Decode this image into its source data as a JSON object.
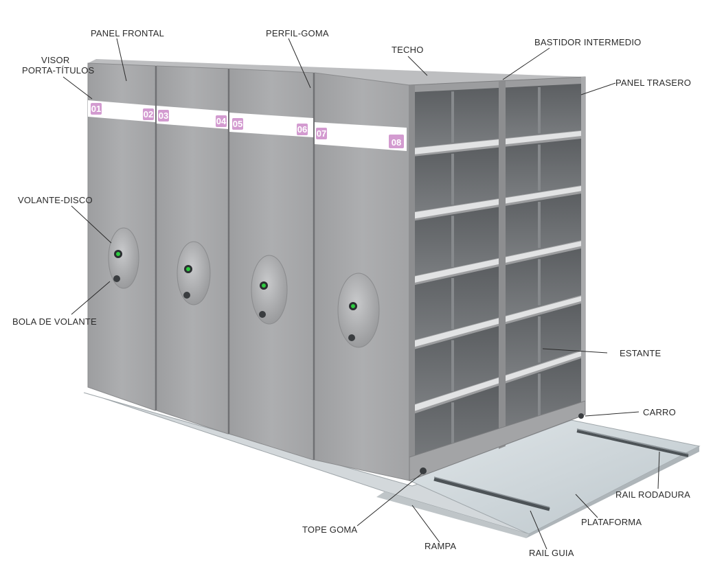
{
  "labels": {
    "panel_frontal": "PANEL FRONTAL",
    "perfil_goma": "PERFIL-GOMA",
    "techo": "TECHO",
    "bastidor_intermedio": "BASTIDOR INTERMEDIO",
    "panel_trasero": "PANEL TRASERO",
    "visor_line1": "VISOR",
    "visor_line2": "PORTA-TÍTULOS",
    "volante_disco": "VOLANTE-DISCO",
    "bola_de_volante": "BOLA DE VOLANTE",
    "estante": "ESTANTE",
    "carro": "CARRO",
    "rail_rodadura": "RAIL RODADURA",
    "plataforma": "PLATAFORMA",
    "tope_goma": "TOPE GOMA",
    "rampa": "RAMPA",
    "rail_guia": "RAIL GUIA"
  },
  "title_tags": [
    "01",
    "02",
    "03",
    "04",
    "05",
    "06",
    "07",
    "08"
  ],
  "colors": {
    "cabinet": "#a9aaac",
    "cabinet_light": "#b8b9bb",
    "cabinet_dark": "#8f9092",
    "top": "#bcbdbf",
    "tag": "#d39bd0",
    "strip": "#ffffff",
    "platform": "#c9d3d8",
    "ramp": "#d0d5d8",
    "rail": "#5d6368",
    "led": "#2ecc40",
    "label": "#2a2a2a"
  }
}
